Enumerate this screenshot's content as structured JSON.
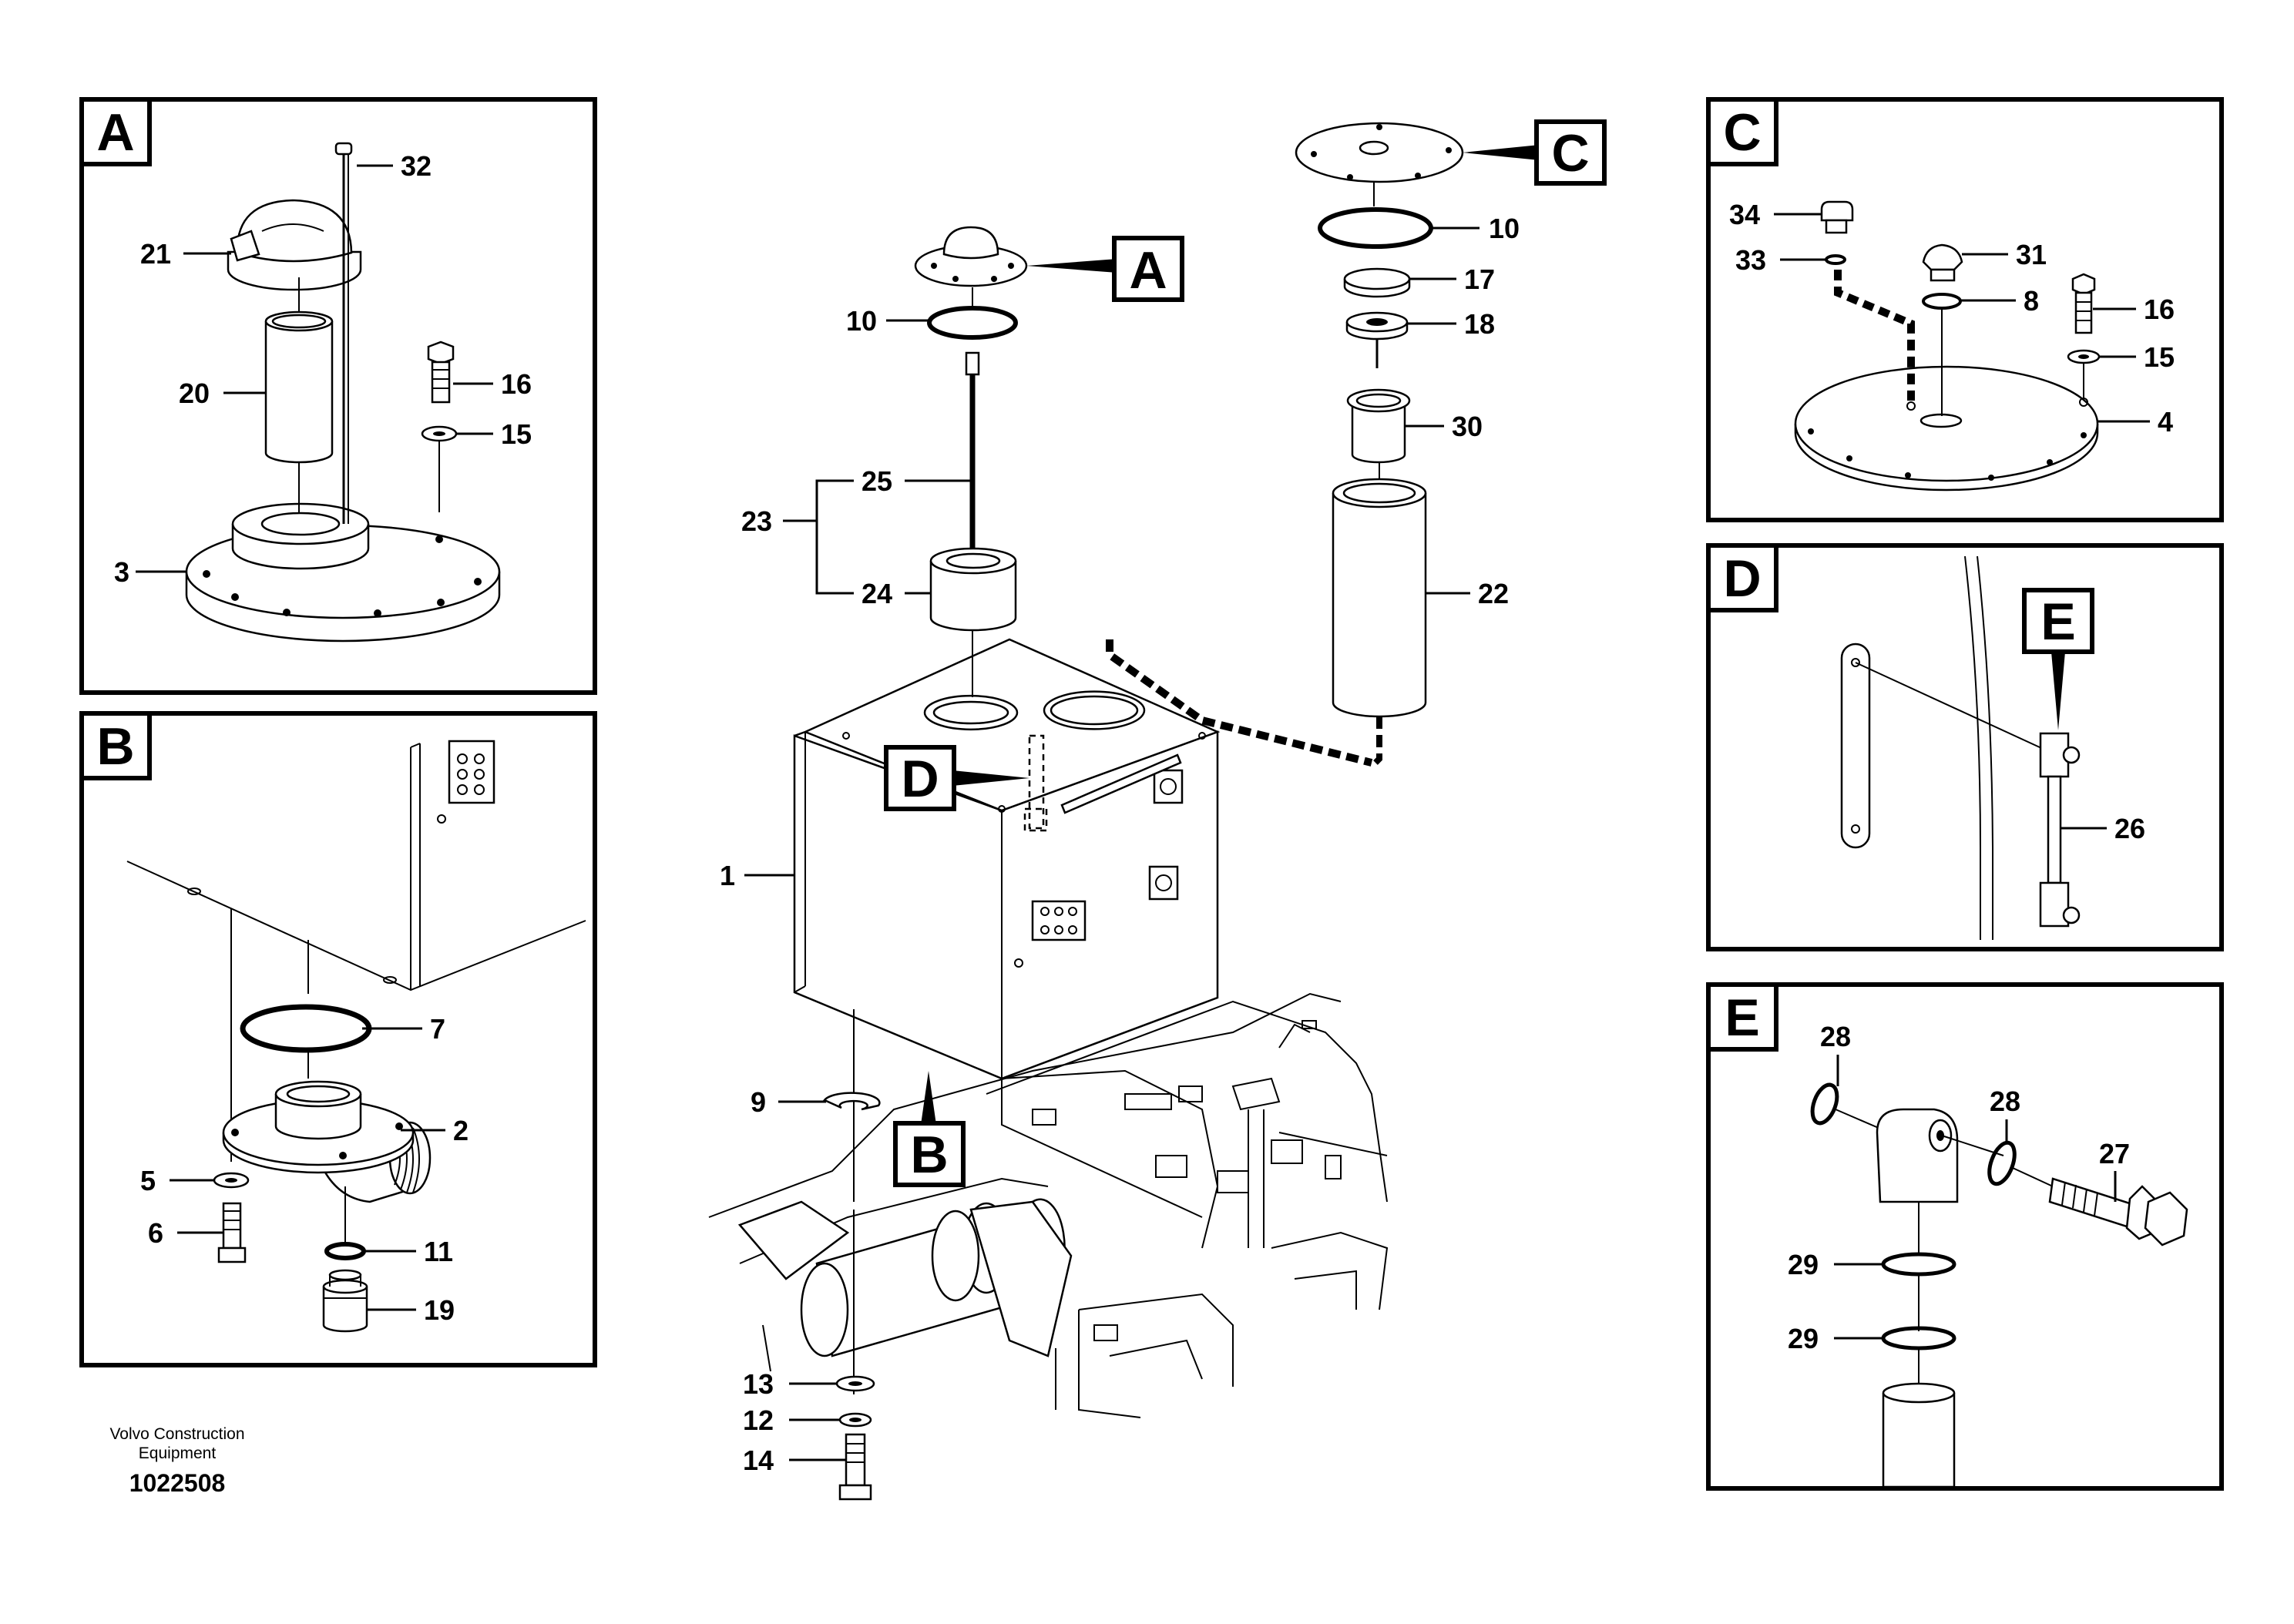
{
  "panels": {
    "A": {
      "letter": "A",
      "labels": [
        "32",
        "21",
        "20",
        "16",
        "15",
        "3"
      ]
    },
    "B": {
      "letter": "B",
      "labels": [
        "7",
        "2",
        "5",
        "6",
        "11",
        "19"
      ]
    },
    "C": {
      "letter": "C",
      "labels": [
        "34",
        "31",
        "33",
        "8",
        "16",
        "15",
        "4"
      ]
    },
    "D": {
      "letter": "D",
      "tag": "E",
      "labels": [
        "26"
      ]
    },
    "E": {
      "letter": "E",
      "labels": [
        "28",
        "28",
        "27",
        "29",
        "29"
      ]
    }
  },
  "main": {
    "callouts": {
      "A": "A",
      "B": "B",
      "C": "C",
      "D": "D"
    },
    "labels": [
      "10",
      "25",
      "23",
      "24",
      "1",
      "9",
      "13",
      "12",
      "14",
      "10",
      "17",
      "18",
      "30",
      "22"
    ]
  },
  "footer": {
    "line1": "Volvo Construction",
    "line2": "Equipment",
    "number": "1022508"
  }
}
